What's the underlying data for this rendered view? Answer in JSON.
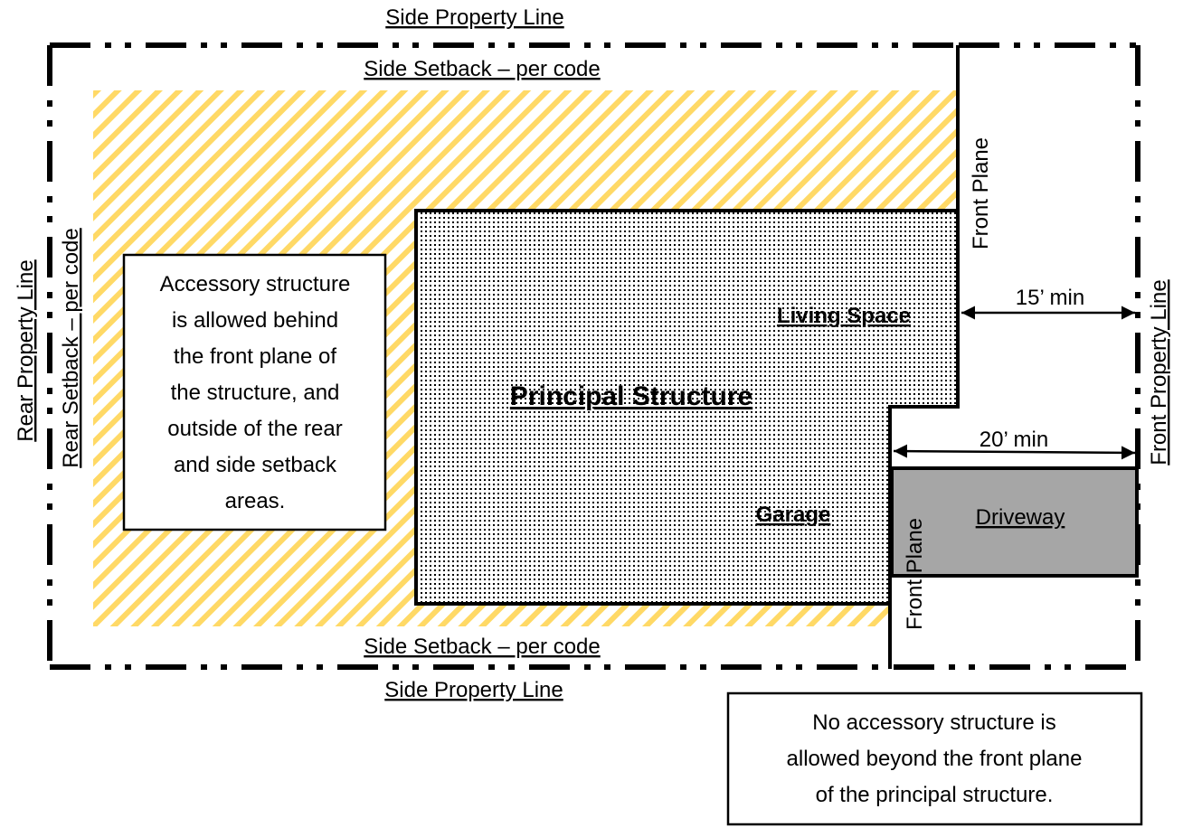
{
  "labels": {
    "side_property_line_top": "Side Property Line",
    "side_setback_top": "Side Setback – per code",
    "side_setback_bottom": "Side Setback – per code",
    "side_property_line_bottom": "Side Property Line",
    "rear_property_line": "Rear Property Line",
    "rear_setback": "Rear Setback – per code",
    "front_property_line": "Front Property Line",
    "front_plane_upper": "Front Plane",
    "front_plane_lower": "Front Plane",
    "principal_structure": "Principal Structure",
    "living_space": "Living Space",
    "garage": "Garage",
    "driveway": "Driveway",
    "dim_15": "15’ min",
    "dim_20": "20’ min"
  },
  "accessory_note": [
    "Accessory structure",
    "is allowed behind",
    "the front plane of",
    "the structure, and",
    "outside of the rear",
    "and side setback",
    "areas."
  ],
  "front_note": [
    "No accessory structure is",
    "allowed beyond the front plane",
    "of the principal structure."
  ],
  "colors": {
    "setback_hatch": "#FFD966",
    "driveway": "#A6A6A6"
  }
}
